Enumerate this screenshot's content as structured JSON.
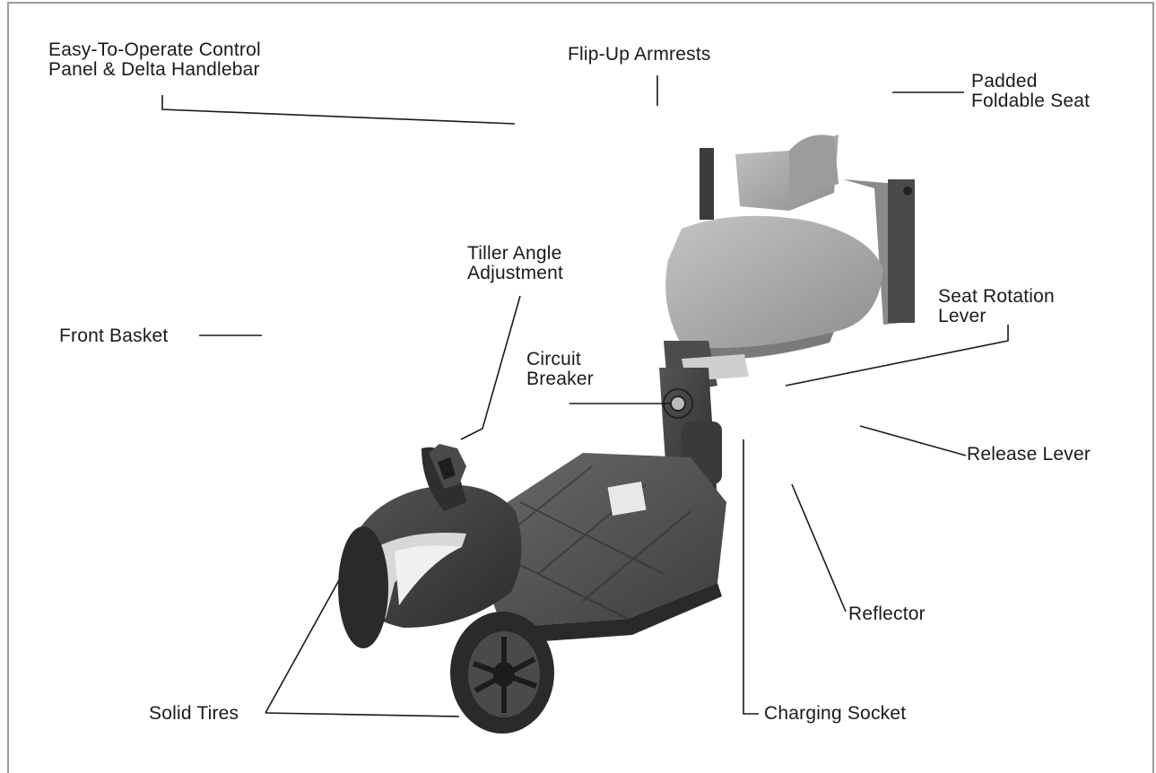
{
  "labels": {
    "control_panel": [
      "Easy-To-Operate Control",
      "Panel & Delta Handlebar"
    ],
    "armrests": "Flip-Up Armrests",
    "seat": [
      "Padded",
      "Foldable Seat"
    ],
    "tiller": [
      "Tiller Angle",
      "Adjustment"
    ],
    "front_basket": "Front Basket",
    "seat_rotation": [
      "Seat Rotation",
      "Lever"
    ],
    "circuit_breaker": [
      "Circuit",
      "Breaker"
    ],
    "release_lever": "Release Lever",
    "reflector": "Reflector",
    "solid_tires": "Solid Tires",
    "charging_socket": "Charging Socket"
  },
  "colors": {
    "body_dark": "#3a3a3c",
    "seat_gray": "#a9a9ab",
    "floor_gray": "#5a5a5c",
    "silver": "#d6d6d8",
    "tire": "#2a2a2c",
    "leader_line": "#1a1a1a",
    "frame": "#9a9a9a"
  }
}
